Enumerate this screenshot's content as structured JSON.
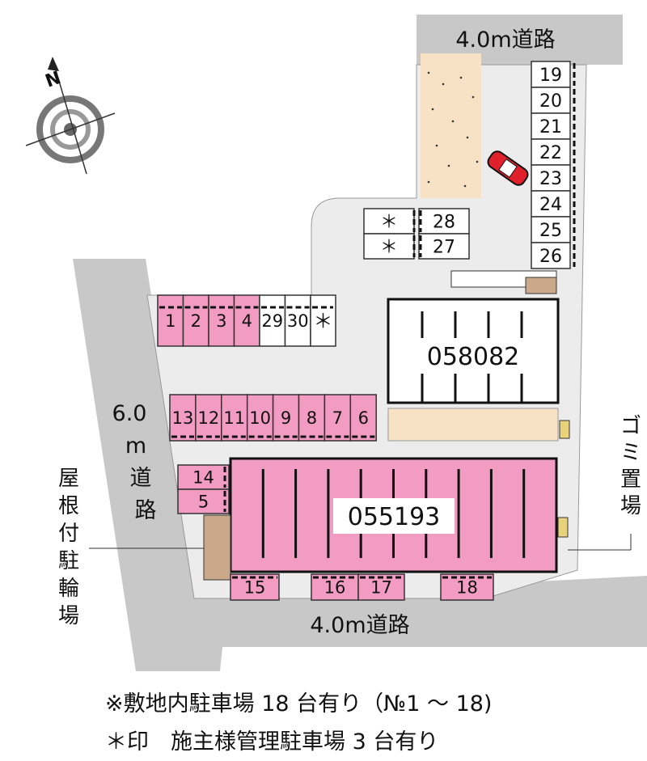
{
  "roads": {
    "top": "4.0m道路",
    "left_a": "6.0",
    "left_b": "m",
    "left_c": "道",
    "left_d": "路",
    "bottom": "4.0m道路"
  },
  "labels": {
    "bike_shelter": [
      "屋",
      "根",
      "付",
      "駐",
      "輪",
      "場"
    ],
    "garbage": [
      "ゴ",
      "ミ",
      "置",
      "場"
    ]
  },
  "buildings": [
    {
      "id": "058082"
    },
    {
      "id": "055193"
    }
  ],
  "parking": {
    "row_top_right": [
      "19",
      "20",
      "21",
      "22",
      "23",
      "24",
      "25",
      "26"
    ],
    "middle_pair": [
      "28",
      "27"
    ],
    "owner_marks": [
      "＊",
      "＊",
      "＊"
    ],
    "row_a": [
      "1",
      "2",
      "3",
      "4",
      "29",
      "30"
    ],
    "row_b": [
      "13",
      "12",
      "11",
      "10",
      "9",
      "8",
      "7",
      "6"
    ],
    "side": [
      "14",
      "5"
    ],
    "bottom": [
      "15",
      "16",
      "17",
      "18"
    ]
  },
  "colors": {
    "road": "#c8c8c8",
    "site": "#ececec",
    "pink": "#f29cc4",
    "sand": "#f7e2c6",
    "bike": "#c9a98a",
    "car": "#e0202a"
  },
  "notes": [
    "※敷地内駐車場 18 台有り（№1 ～ 18)",
    "＊印　施主様管理駐車場 3 台有り"
  ]
}
